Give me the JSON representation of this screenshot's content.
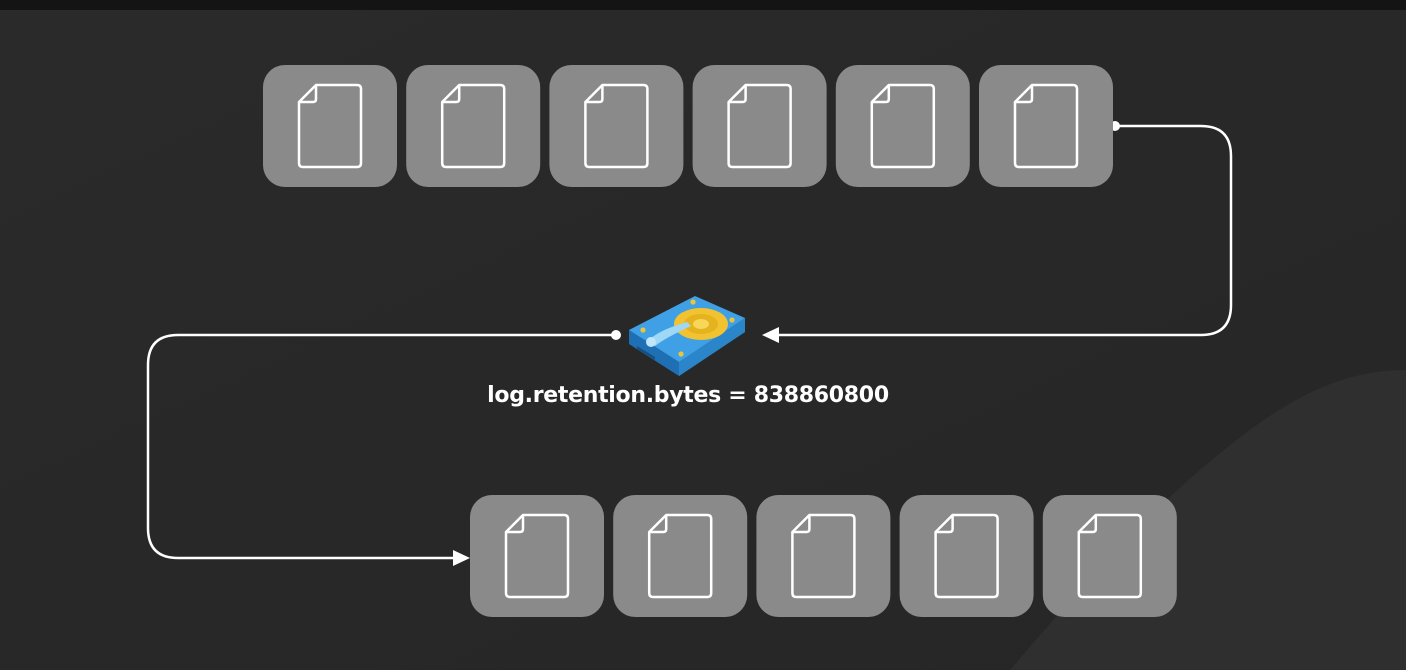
{
  "retention_label": "log.retention.bytes = 838860800",
  "segments_top_count": 6,
  "segments_bottom_count": 5,
  "icons": {
    "segment": "file-icon",
    "storage": "hard-drive-icon"
  },
  "colors": {
    "background": "#282828",
    "segment_fill": "#8a8a8a",
    "connector": "#ffffff",
    "text": "#ffffff",
    "drive_body": "#3d9ee0",
    "drive_platter": "#f2c230"
  }
}
